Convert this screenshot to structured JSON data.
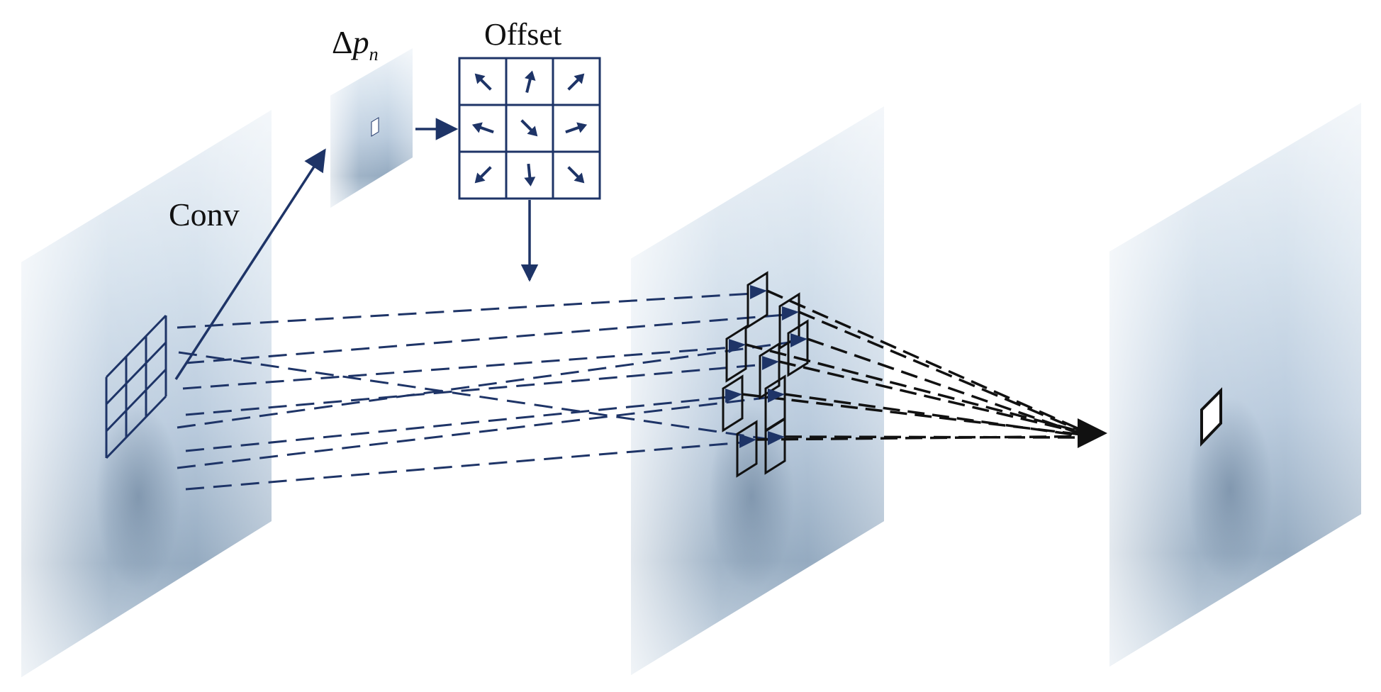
{
  "labels": {
    "conv": "Conv",
    "delta_symbol": "Δ",
    "delta_var": "p",
    "delta_sub": "n",
    "offset": "Offset"
  },
  "offset_grid": {
    "arrows": [
      "up-left",
      "up",
      "up-right",
      "left",
      "down-right",
      "right",
      "down-left",
      "down",
      "down-right"
    ]
  },
  "colors": {
    "structure": "#1e3467",
    "sampling": "#111111",
    "fog_light": "#f2f6fa",
    "fog_mid": "#c7d6e6",
    "fog_dark": "#6f8aa6"
  }
}
